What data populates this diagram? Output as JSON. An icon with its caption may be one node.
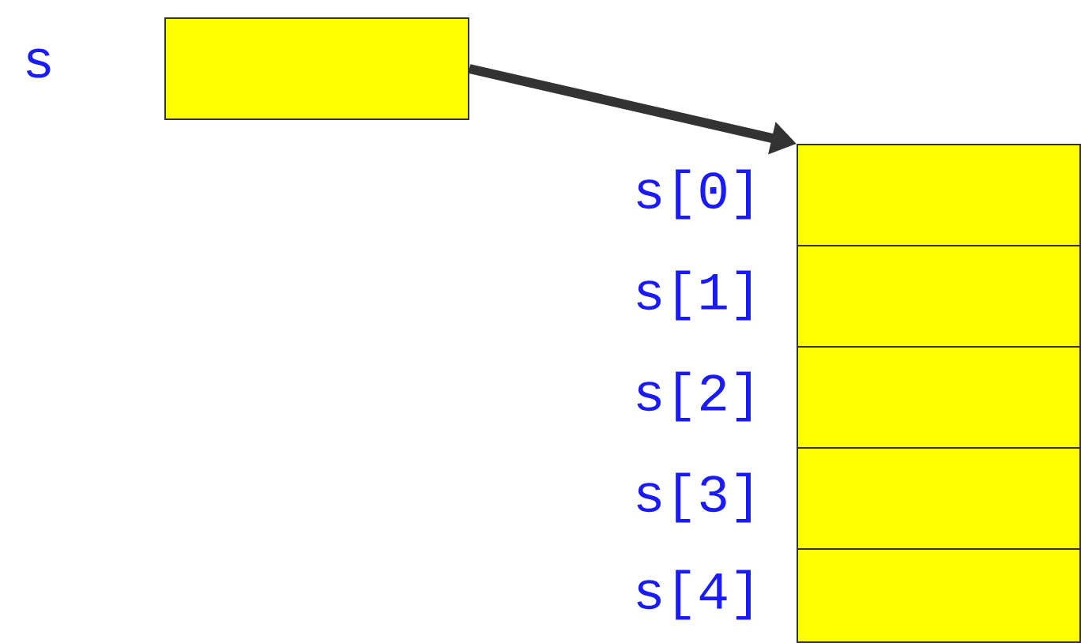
{
  "diagram": {
    "nodes": [
      {
        "text": [],
        "shape": "box",
        "beside": [
          "s"
        ]
      },
      {
        "text": [],
        "shape": "box",
        "beside": [
          "s[0]"
        ]
      },
      {
        "text": [],
        "shape": "box",
        "beside": [
          "s[1]"
        ]
      },
      {
        "text": [],
        "shape": "box",
        "beside": [
          "s[2]"
        ]
      },
      {
        "text": [],
        "shape": "box",
        "beside": [
          "s[3]"
        ]
      },
      {
        "text": [],
        "shape": "box",
        "beside": [
          "s[4]"
        ]
      }
    ],
    "edges": [
      {
        "from": 0,
        "to": 1,
        "arrow": "to"
      }
    ]
  }
}
